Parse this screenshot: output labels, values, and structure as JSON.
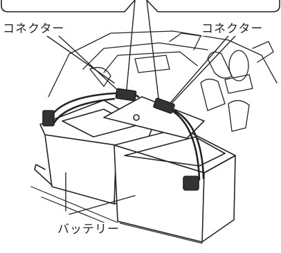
{
  "labels": {
    "connector_left": "コネクター",
    "connector_right": "コネクター",
    "battery": "バッテリー"
  }
}
